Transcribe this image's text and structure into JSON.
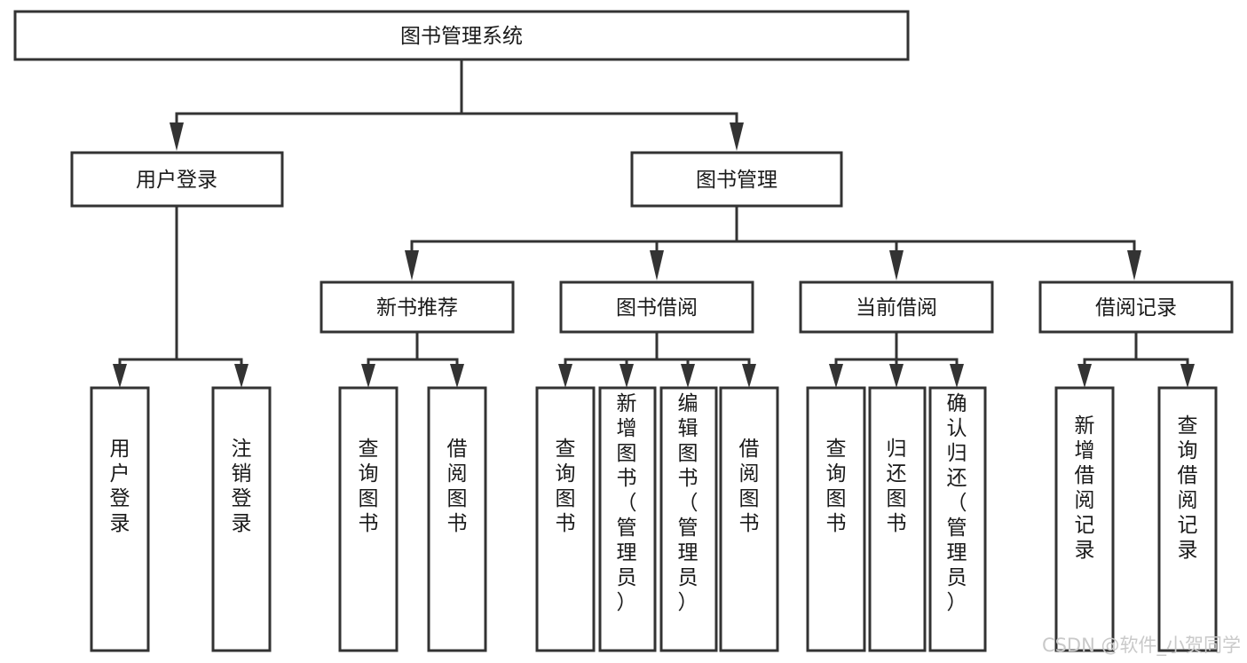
{
  "diagram": {
    "type": "tree-hierarchy",
    "title": "图书管理系统",
    "root": {
      "id": "root",
      "label": "图书管理系统"
    },
    "level2": [
      {
        "id": "user-login",
        "label": "用户登录"
      },
      {
        "id": "book-manage",
        "label": "图书管理"
      }
    ],
    "level3": [
      {
        "id": "new-book-rec",
        "label": "新书推荐",
        "parent": "book-manage"
      },
      {
        "id": "book-borrow",
        "label": "图书借阅",
        "parent": "book-manage"
      },
      {
        "id": "current-borrow",
        "label": "当前借阅",
        "parent": "book-manage"
      },
      {
        "id": "borrow-record",
        "label": "借阅记录",
        "parent": "book-manage"
      }
    ],
    "leaves": [
      {
        "id": "leaf-user-login",
        "label": "用户登录",
        "parent": "user-login"
      },
      {
        "id": "leaf-logout",
        "label": "注销登录",
        "parent": "user-login"
      },
      {
        "id": "leaf-query-book-1",
        "label": "查询图书",
        "parent": "new-book-rec"
      },
      {
        "id": "leaf-borrow-book-1",
        "label": "借阅图书",
        "parent": "new-book-rec"
      },
      {
        "id": "leaf-query-book-2",
        "label": "查询图书",
        "parent": "book-borrow"
      },
      {
        "id": "leaf-add-book",
        "label": "新增图书（管理员）",
        "parent": "book-borrow"
      },
      {
        "id": "leaf-edit-book",
        "label": "编辑图书（管理员）",
        "parent": "book-borrow"
      },
      {
        "id": "leaf-borrow-book-2",
        "label": "借阅图书",
        "parent": "book-borrow"
      },
      {
        "id": "leaf-query-book-3",
        "label": "查询图书",
        "parent": "current-borrow"
      },
      {
        "id": "leaf-return-book",
        "label": "归还图书",
        "parent": "current-borrow"
      },
      {
        "id": "leaf-confirm-return",
        "label": "确认归还（管理员）",
        "parent": "current-borrow"
      },
      {
        "id": "leaf-add-record",
        "label": "新增借阅记录",
        "parent": "borrow-record"
      },
      {
        "id": "leaf-query-record",
        "label": "查询借阅记录",
        "parent": "borrow-record"
      }
    ]
  },
  "watermark": {
    "text": "CSDN @软件_小贺同学"
  },
  "colors": {
    "stroke": "#333333",
    "box_fill": "#ffffff",
    "text": "#1a1a1a",
    "watermark": "#c9c9c9",
    "background": "#ffffff"
  }
}
